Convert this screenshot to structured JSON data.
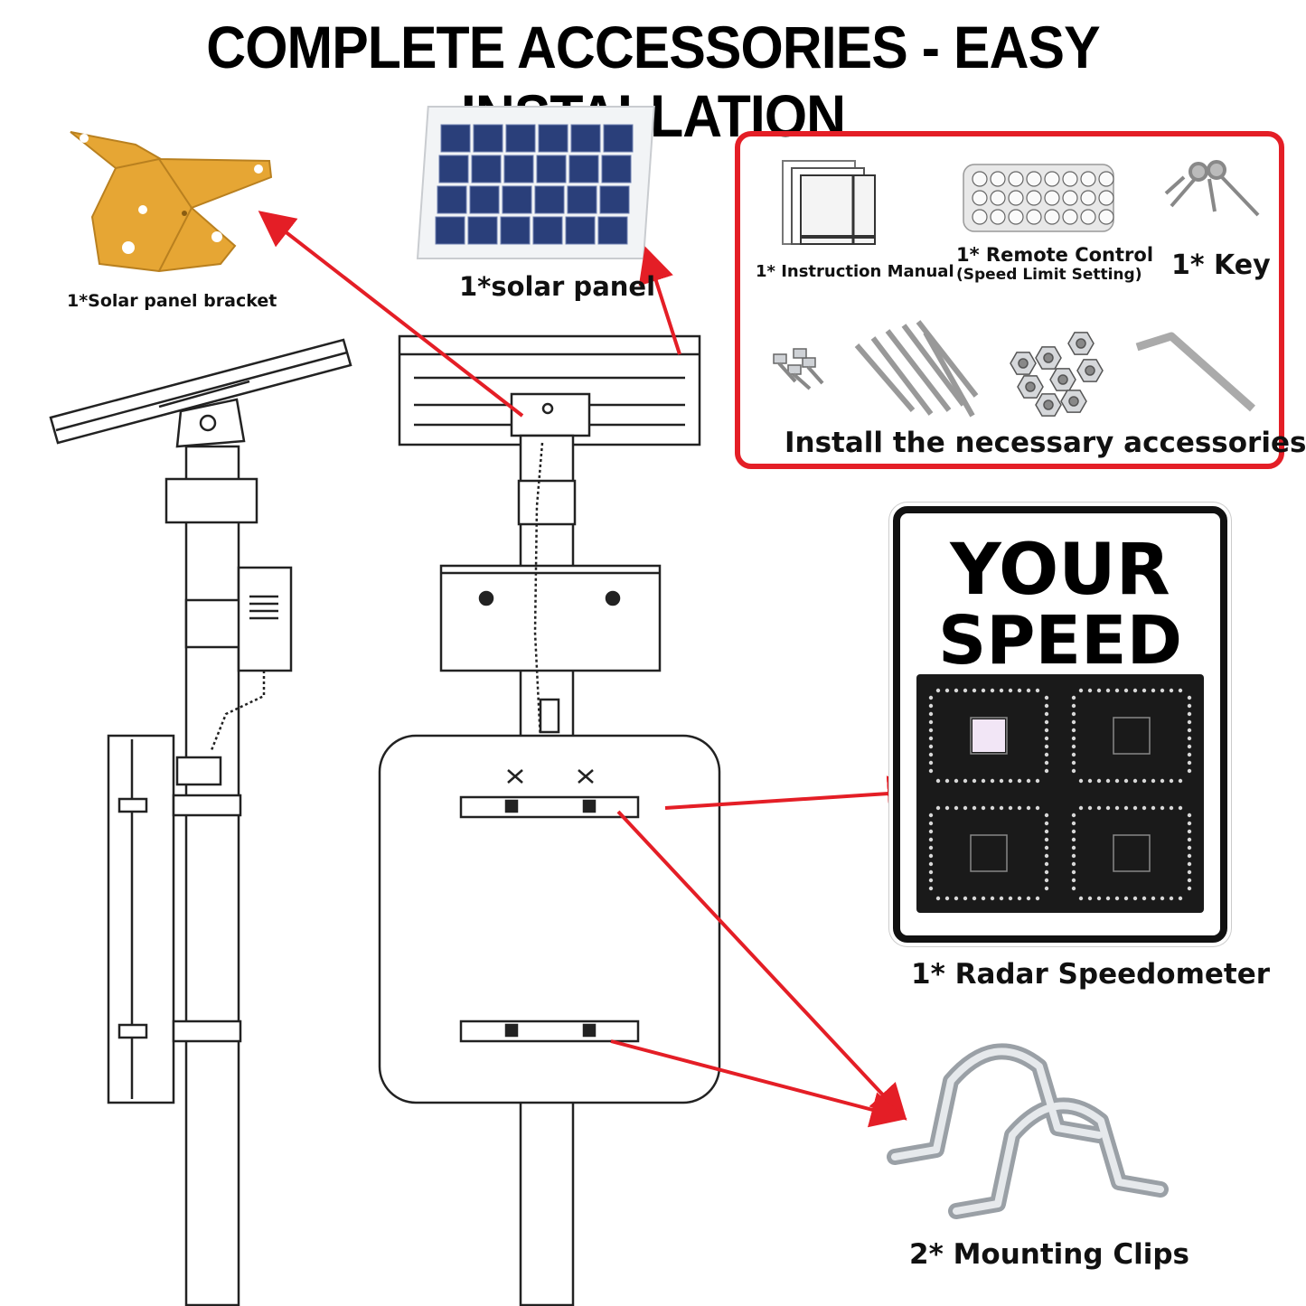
{
  "title": "COMPLETE ACCESSORIES - EASY INSTALLATION",
  "labels": {
    "bracket": "1*Solar panel bracket",
    "solar_panel": "1*solar panel",
    "manual": "1* Instruction Manual",
    "remote_line1": "1* Remote Control",
    "remote_line2": "(Speed Limit Setting)",
    "key": "1* Key",
    "accessories": "Install the necessary accessories",
    "radar": "1* Radar Speedometer",
    "clips": "2* Mounting Clips"
  },
  "sign": {
    "line1": "YOUR",
    "line2": "SPEED"
  },
  "colors": {
    "arrow": "#e41e26",
    "bracket": "#e6a634",
    "solar": "#2a3f7a",
    "sign_display": "#1a1a1a",
    "led": "#d8d8d8"
  },
  "icons": [
    "bracket-icon",
    "solar-panel-icon",
    "manual-icon",
    "remote-icon",
    "key-icon",
    "screws-icon",
    "bolts-icon",
    "nuts-icon",
    "allen-wrench-icon",
    "mounting-clip-icon"
  ]
}
